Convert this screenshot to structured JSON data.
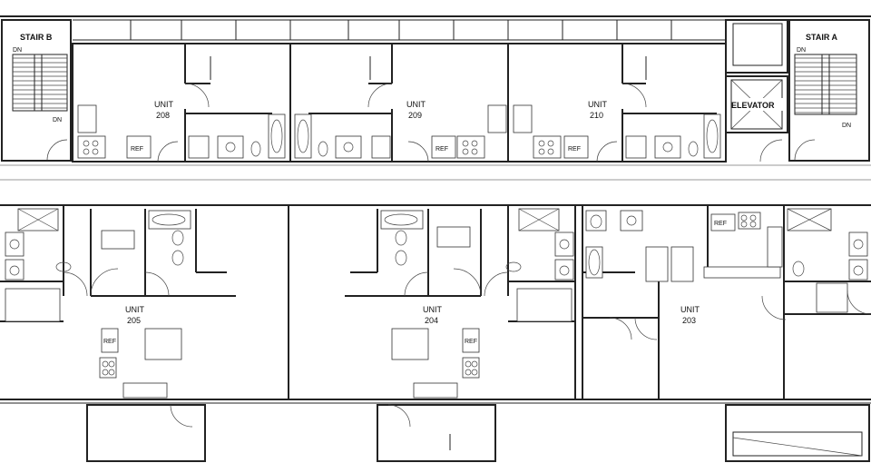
{
  "stairs": [
    {
      "id": "stair-b",
      "label": "STAIR B",
      "dn1": "DN",
      "dn2": "DN"
    },
    {
      "id": "stair-a",
      "label": "STAIR A",
      "dn1": "DN",
      "dn2": "DN"
    }
  ],
  "elevator": {
    "label": "ELEVATOR"
  },
  "units_top": [
    {
      "word": "UNIT",
      "number": "208"
    },
    {
      "word": "UNIT",
      "number": "209"
    },
    {
      "word": "UNIT",
      "number": "210"
    }
  ],
  "units_bottom": [
    {
      "word": "UNIT",
      "number": "205"
    },
    {
      "word": "UNIT",
      "number": "204"
    },
    {
      "word": "UNIT",
      "number": "203"
    }
  ],
  "fridge_label": "REF"
}
